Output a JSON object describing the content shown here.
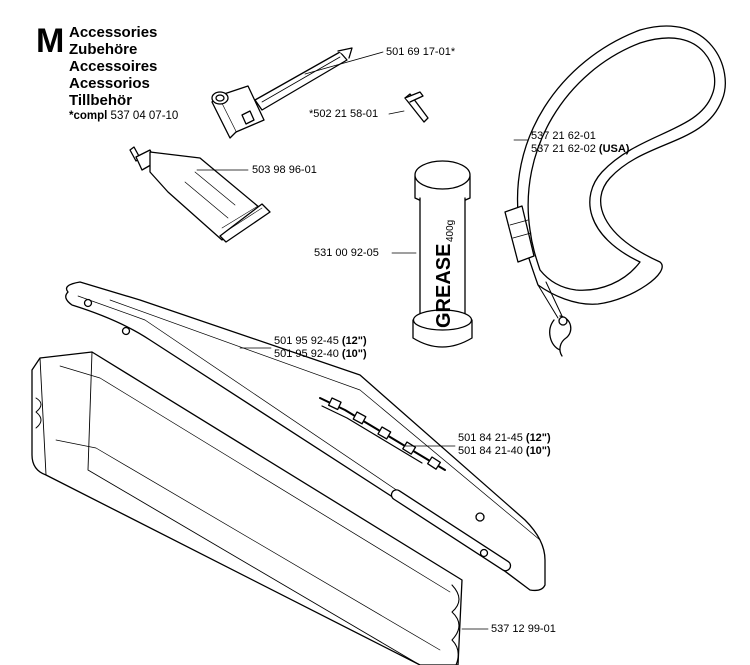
{
  "header": {
    "section_letter": "M",
    "titles": [
      "Accessories",
      "Zubehöre",
      "Accessoires",
      "Acessorios",
      "Tillbehör"
    ],
    "compl_prefix": "*compl",
    "compl_number": "537 04 07-10"
  },
  "parts": {
    "combination_wrench": {
      "number": "501 69 17-01*",
      "suffix": ""
    },
    "hex_key": {
      "number": "*502 21 58-01",
      "suffix": ""
    },
    "grease_tube": {
      "number": "503 98 96-01",
      "suffix": ""
    },
    "harness_1": {
      "number": "537 21 62-01",
      "suffix": ""
    },
    "harness_2": {
      "number": "537 21 62-02",
      "suffix": "(USA)"
    },
    "grease_cartridge": {
      "number": "531 00 92-05",
      "suffix": ""
    },
    "bar_12": {
      "number": "501 95 92-45",
      "suffix": "(12\")"
    },
    "bar_10": {
      "number": "501 95 92-40",
      "suffix": "(10\")"
    },
    "chain_12": {
      "number": "501 84 21-45",
      "suffix": "(12\")"
    },
    "chain_10": {
      "number": "501 84 21-40",
      "suffix": "(10\")"
    },
    "bar_cover": {
      "number": "537 12 99-01",
      "suffix": ""
    }
  },
  "cartridge_text": {
    "brand": "GREASE",
    "weight": "400g"
  }
}
